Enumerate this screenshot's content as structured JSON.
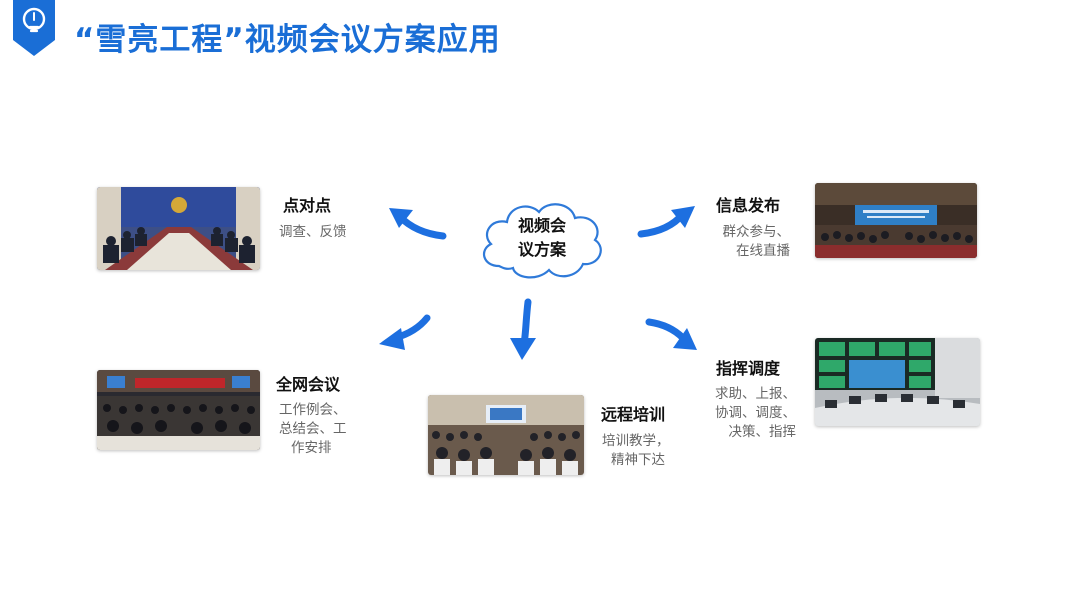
{
  "header": {
    "title": "“雪亮工程”视频会议方案应用",
    "badge_icon": "lightbulb-icon"
  },
  "center": {
    "line1": "视频会",
    "line2": "议方案"
  },
  "nodes": {
    "p2p": {
      "title": "点对点",
      "desc": [
        "调查、反馈"
      ]
    },
    "info": {
      "title": "信息发布",
      "desc": [
        "群众参与、",
        "在线直播"
      ]
    },
    "network": {
      "title": "全网会议",
      "desc": [
        "工作例会、",
        "总结会、工",
        "作安排"
      ]
    },
    "training": {
      "title": "远程培训",
      "desc": [
        "培训教学，",
        "精神下达"
      ]
    },
    "command": {
      "title": "指挥调度",
      "desc": [
        "求助、上报、",
        "协调、调度、",
        "决策、指挥"
      ]
    }
  },
  "colors": {
    "accent": "#1a6ed6",
    "arrow": "#1d6fe0",
    "cloud_stroke": "#2f7ad9"
  }
}
